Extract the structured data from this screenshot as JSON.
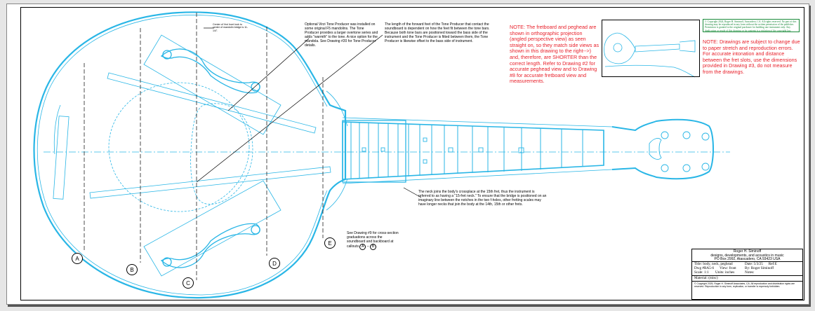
{
  "notes": {
    "vroi_center": "Center of Vroi Iront look to center of mandolin bridge is 11-1/4\".",
    "tone_producer": "Optional Virzi Tone Producer was installed on some original F5 mandolins. The Tone Producer provides a larger overtone series and adds \"warmth\" to the tone. A nice option for the mandola. See Drawing #20 for Tone Producer details.",
    "forward_feet": "The length of the forward feet of the Tone Producer that contact the soundboard is dependent on how the feet fit between the tone bars. Because both tone bars are positioned toward the bass side of the instrument and the Tone Producer is fitted between them, the Tone Producer is likewise offset to the bass side of instrument.",
    "neck_join": "The neck joins the body's crossplace at the 15th fret, thus the instrument is referred to as having a \"15-fret neck.\" To ensure that the bridge is positioned on an imaginary line between the notches in the two f-holes, other fretting scales may have longer necks that join the body at the 14th, 15th or other frets.",
    "cross_section": "See Drawing #9 for cross-section graduations across the soundboard and backboard at callouts",
    "cross_section_a": "A",
    "cross_section_b": "B"
  },
  "red_notes": {
    "note1": "NOTE: The fretboard and peghead are shown in orthographic projection (angled perspective view) as seen straight on, so they match side views as shown in this drawing to the right-->) and, therefore, are SHORTER than the correct length. Refer to Drawing #2 for accurate peghead view and to Drawing #8 for accurate fretboard view and measurements.",
    "note2": "NOTE: Drawings are subject to change due to paper stretch and reproduction errors. For accurate intonation and distance between the fret slots, use the dimensions provided in Drawing #3, do not measure from the drawings."
  },
  "copyright_box": "© Copyright 2024, Roger H. Siminoff, Atascadero, CA. All rights reserved. No part of this drawing may be reproduced in any form without the written permission of the publisher. Permission is granted to the original purchaser for building one instrument only. Any duplication or resale of this drawing or its contents is a violation of the copyright law.",
  "callouts": [
    "A",
    "B",
    "C",
    "D",
    "E"
  ],
  "title_block": {
    "author": "Roger H. Siminoff",
    "tagline": "designs, developments, and acoustics in music",
    "address": "PO Box 2992, Atascadero, CA 93423 USA",
    "title": "Title: body, neck, peghead",
    "date": "Date: 5/3/25",
    "ref": "Ref:E",
    "dwg": "Dwg #RA5-6",
    "view": "View: front",
    "by": "By: Roger Siminoff",
    "scale": "Scale: 1:1",
    "units": "Units: inches",
    "notes_label": "Notes:",
    "material": "Material: (misc)",
    "fine_print": "© Copyright 2025, Roger H. Siminoff Associates, CA. All reproduction and distribution rights are reserved. Reproduction in any form, replication, or transfer is expressly forbidden."
  }
}
